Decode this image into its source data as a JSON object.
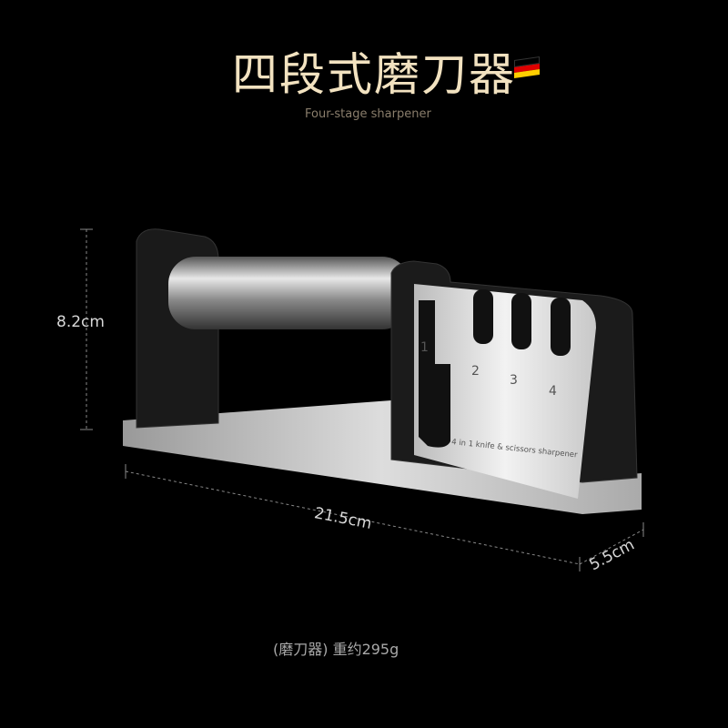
{
  "title": "四段式磨刀器",
  "subtitle": "Four-stage sharpener",
  "flag_icon": "germany-flag-icon",
  "flag_colors": [
    "#000000",
    "#dd0000",
    "#ffce00"
  ],
  "dimensions": {
    "height": "8.2cm",
    "length": "21.5cm",
    "depth": "5.5cm"
  },
  "product": {
    "slot_numbers": [
      "1",
      "2",
      "3",
      "4"
    ],
    "engraving": "4 in 1 knife & scissors sharpener"
  },
  "weight_text": "(磨刀器) 重约295g"
}
